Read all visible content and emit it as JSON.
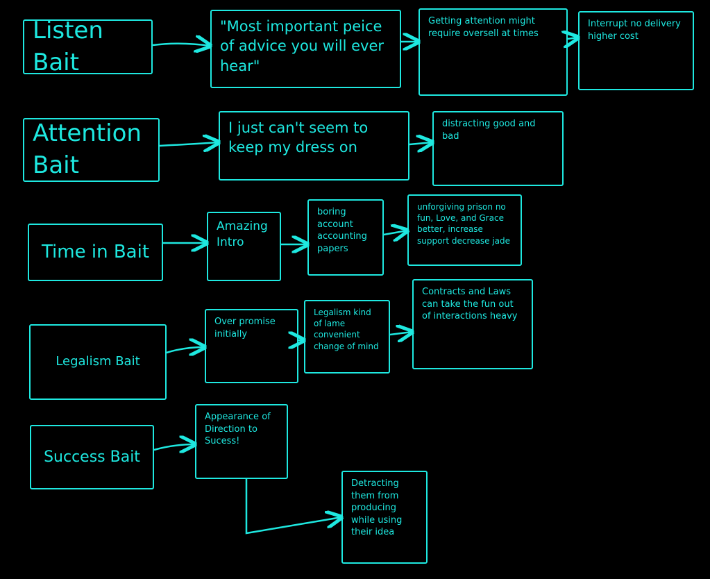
{
  "rows": [
    {
      "boxes": [
        "Listen Bait",
        "\"Most important peice of advice you will ever hear\"",
        "Getting attention might require oversell at times",
        "Interrupt no delivery higher cost"
      ]
    },
    {
      "boxes": [
        "Attention Bait",
        "I just can't seem to keep my dress on",
        "distracting good and bad"
      ]
    },
    {
      "boxes": [
        "Time in Bait",
        "Amazing Intro",
        "boring account accounting papers",
        "unforgiving prison no fun, Love, and Grace better, increase support decrease jade"
      ]
    },
    {
      "boxes": [
        "Legalism Bait",
        "Over promise initially",
        "Legalism kind of lame convenient change of mind",
        "Contracts and Laws can take the fun out of interactions heavy"
      ]
    },
    {
      "boxes": [
        "Success Bait",
        "Appearance of Direction to Sucess!",
        "Detracting them from producing while using their idea"
      ]
    }
  ],
  "colors": {
    "stroke": "#1ee8e0",
    "background": "#000000"
  }
}
